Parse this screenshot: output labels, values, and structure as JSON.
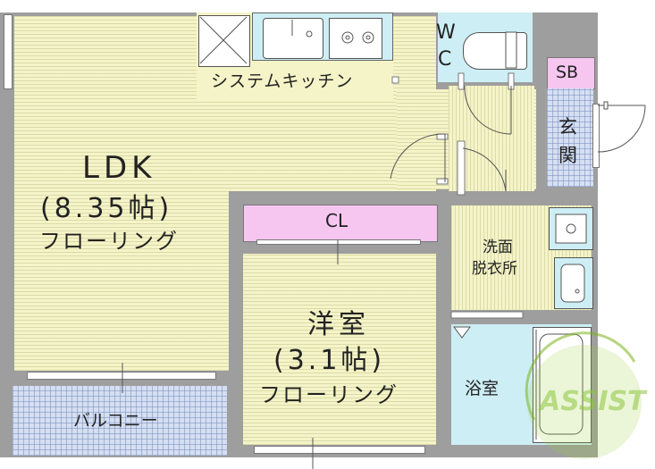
{
  "rooms": {
    "ldk": {
      "name": "LDK",
      "size": "(8.35帖)",
      "floor": "フローリング"
    },
    "western": {
      "name": "洋室",
      "size": "(3.1帖)",
      "floor": "フローリング"
    },
    "kitchen": "システムキッチン",
    "closet": "CL",
    "balcony": "バルコニー",
    "wc_w": "W",
    "wc_c": "C",
    "shoe_box": "SB",
    "entrance_1": "玄",
    "entrance_2": "関",
    "washroom_1": "洗面",
    "washroom_2": "脱衣所",
    "bath": "浴室"
  },
  "watermark": {
    "text": "ASSIST"
  },
  "colors": {
    "wall": "#9e9e9e",
    "floor": "#f4f4c8",
    "closet": "#f6c6f0",
    "wet_area": "#cdeef4",
    "tile": "#d5dff1",
    "watermark": "#9acd32"
  }
}
